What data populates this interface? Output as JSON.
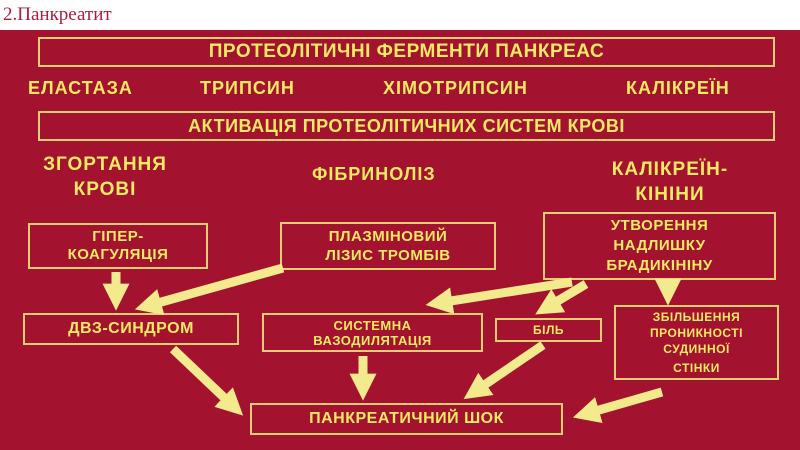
{
  "slide_title": "2.Панкреатит",
  "diagram": {
    "enzymes_header": "ПРОТЕОЛІТИЧНІ ФЕРМЕНТИ ПАНКРЕАС",
    "enzymes": [
      "ЕЛАСТАЗА",
      "ТРИПСИН",
      "ХІМОТРИПСИН",
      "КАЛІКРЕЇН"
    ],
    "activation": "АКТИВАЦІЯ ПРОТЕОЛІТИЧНИХ СИСТЕМ КРОВІ",
    "systems": {
      "coagulation": [
        "ЗГОРТАННЯ",
        "КРОВІ"
      ],
      "fibrinolysis": "ФІБРИНОЛІЗ",
      "kallikrein_kinins": [
        "КАЛІКРЕЇН-",
        "КІНІНИ"
      ]
    },
    "hypercoagulation": [
      "ГІПЕР-",
      "КОАГУЛЯЦІЯ"
    ],
    "plasmin_lysis": [
      "ПЛАЗМІНОВИЙ",
      "ЛІЗИС ТРОМБІВ"
    ],
    "bradykinin": [
      "УТВОРЕННЯ",
      "НАДЛИШКУ",
      "БРАДИКІНІНУ"
    ],
    "dic": "ДВЗ-СИНДРОМ",
    "vasodilation": [
      "СИСТЕМНА",
      "ВАЗОДИЛЯТАЦІЯ"
    ],
    "pain": "БІЛЬ",
    "permeability": [
      "ЗБІЛЬШЕННЯ",
      "ПРОНИКНОСТІ",
      "СУДИННОЇ",
      "СТІНКИ"
    ],
    "shock": "ПАНКРЕАТИЧНИЙ ШОК"
  },
  "colors": {
    "background": "#a3122f",
    "text": "#f3ea64",
    "border": "#e2cf73",
    "arrow": "#f2ea8c",
    "title": "#b01a3c"
  }
}
